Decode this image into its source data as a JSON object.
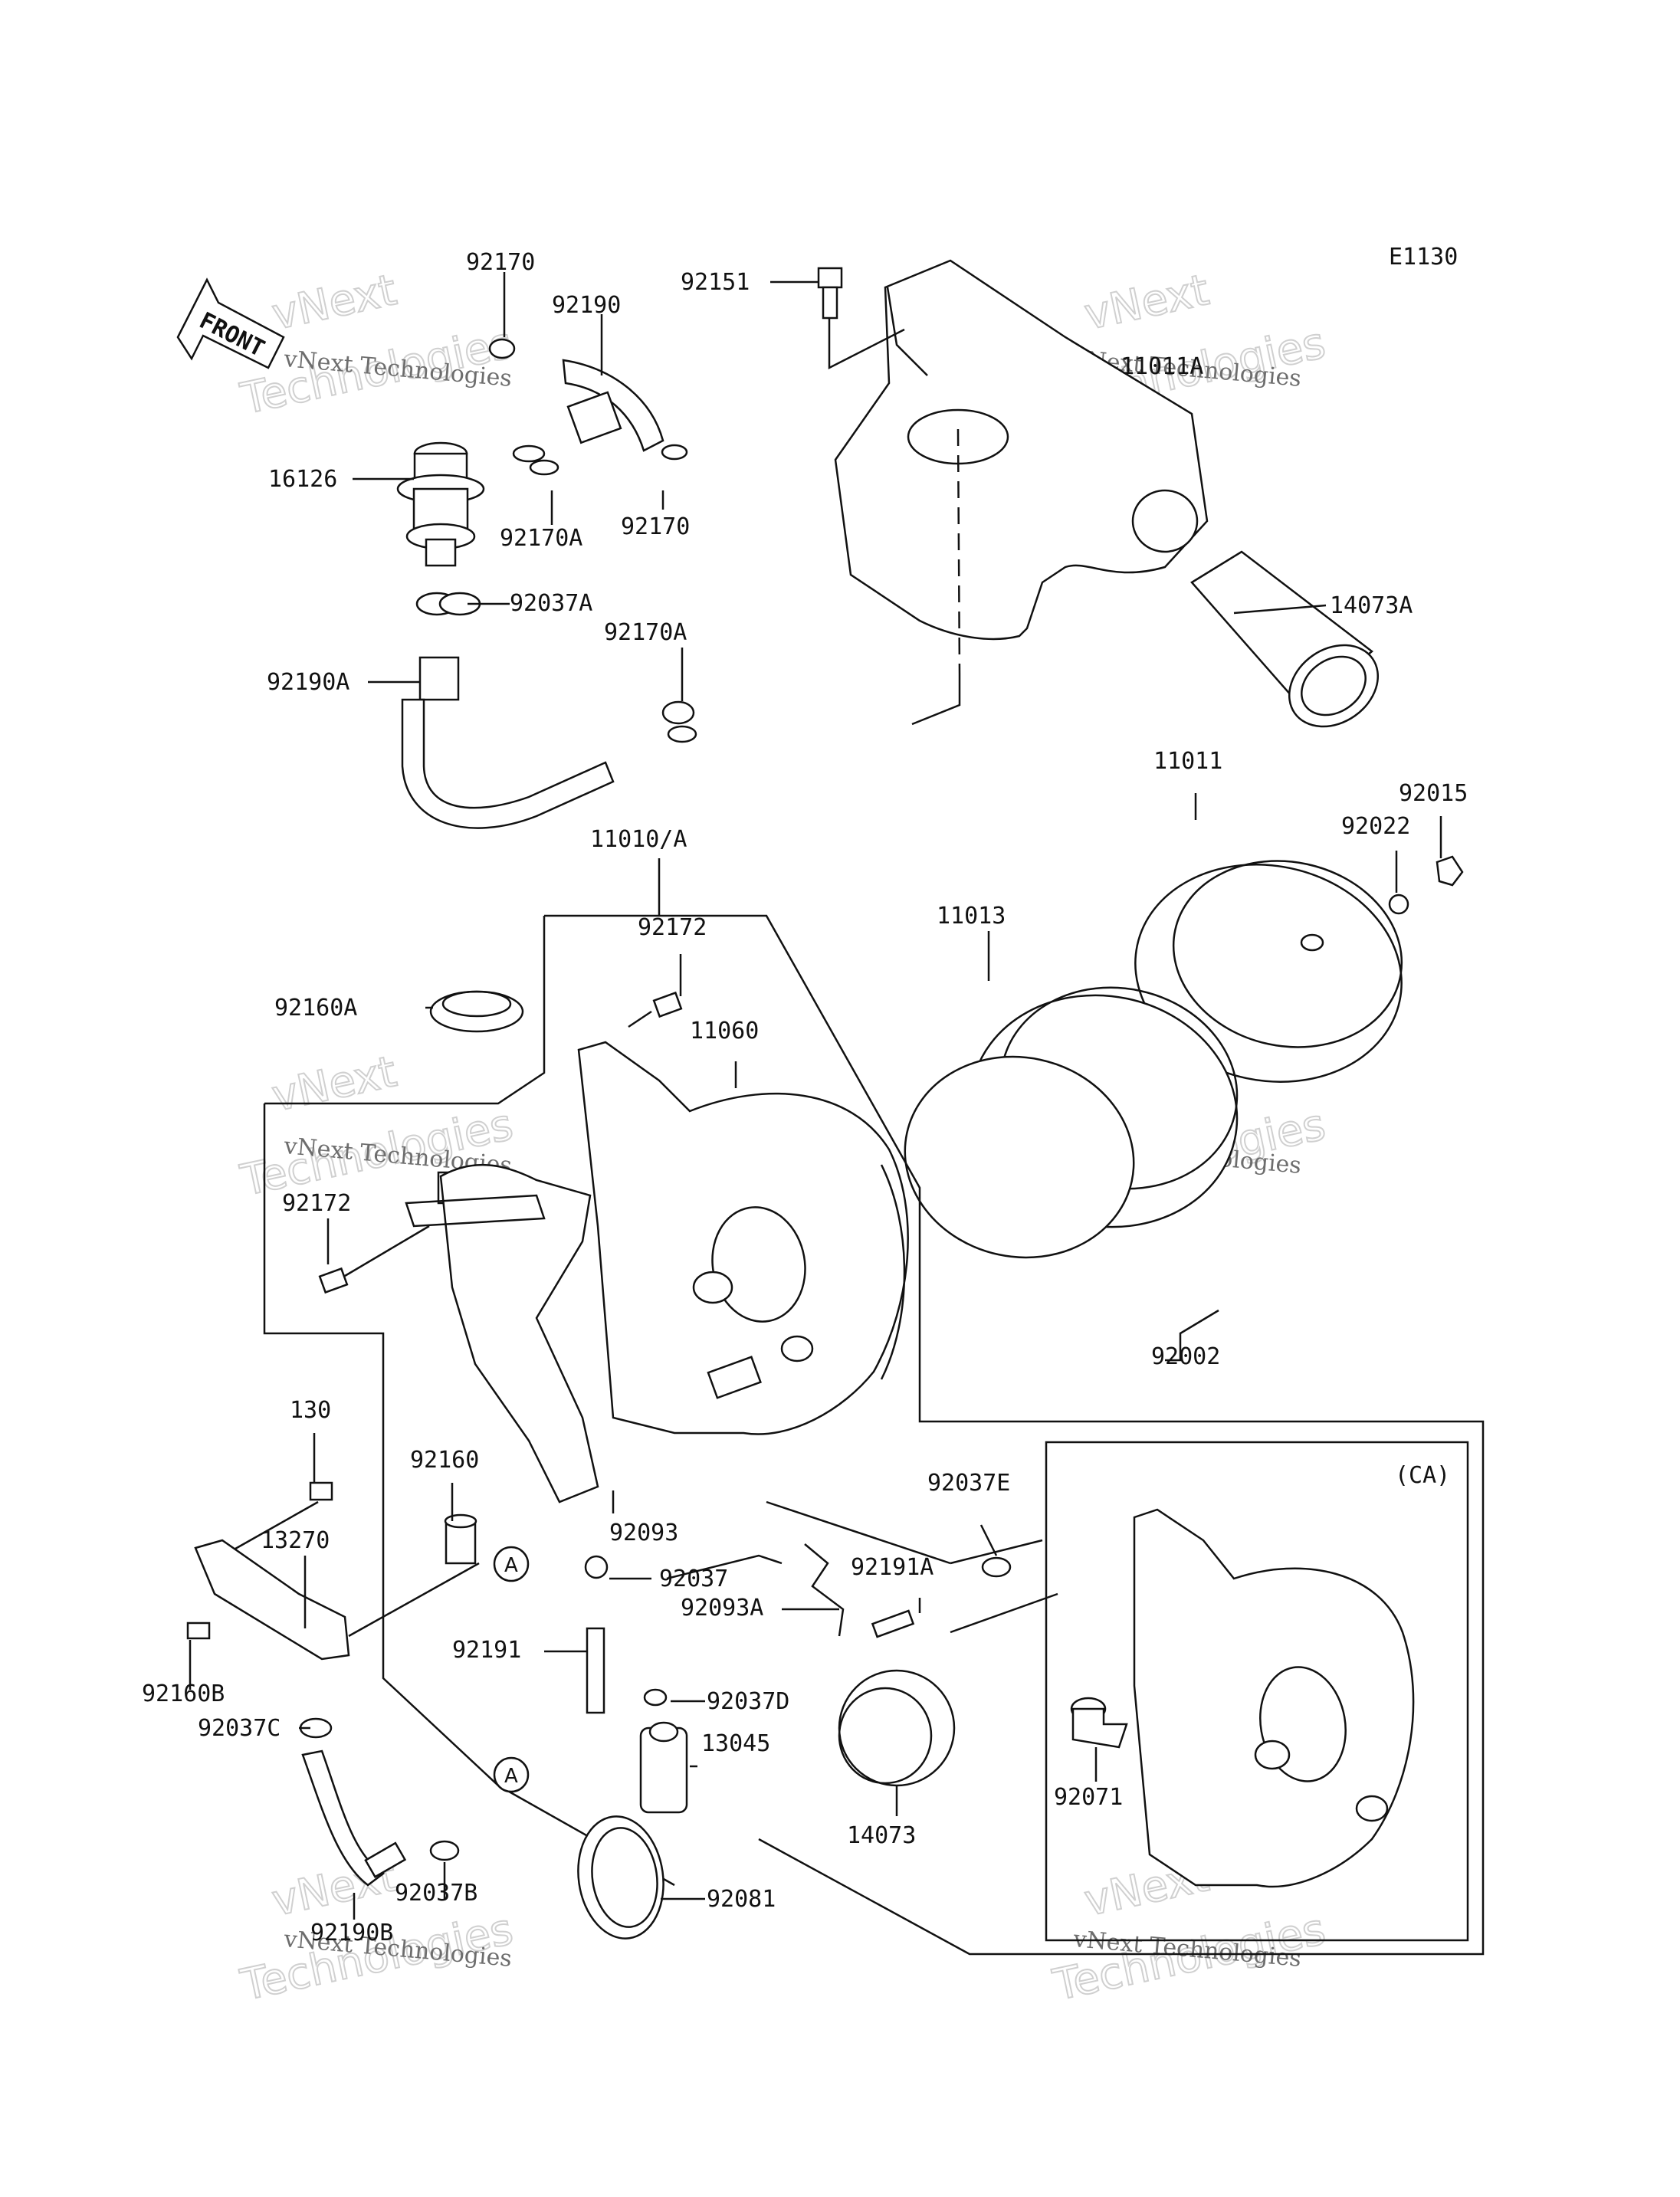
{
  "diagram_code": "E1130",
  "front_label": "FRONT",
  "variant_label": "(CA)",
  "ref_marker": "A",
  "watermark": {
    "company": "vNext Technologies",
    "big_line1": "vNext",
    "big_line2": "Technologies"
  },
  "parts": [
    "92170",
    "92190",
    "92151",
    "11011A",
    "16126",
    "92170A",
    "92170",
    "92037A",
    "92170A",
    "92190A",
    "14073A",
    "11011",
    "92015",
    "92022",
    "11010/A",
    "92172",
    "11013",
    "92160A",
    "11060",
    "92172",
    "92002",
    "130",
    "92160",
    "13270",
    "92093",
    "92037E",
    "(CA)",
    "92037",
    "92191A",
    "92093A",
    "92191",
    "92160B",
    "92037C",
    "92037D",
    "13045",
    "92071",
    "14073",
    "92037B",
    "92081",
    "92190B"
  ]
}
